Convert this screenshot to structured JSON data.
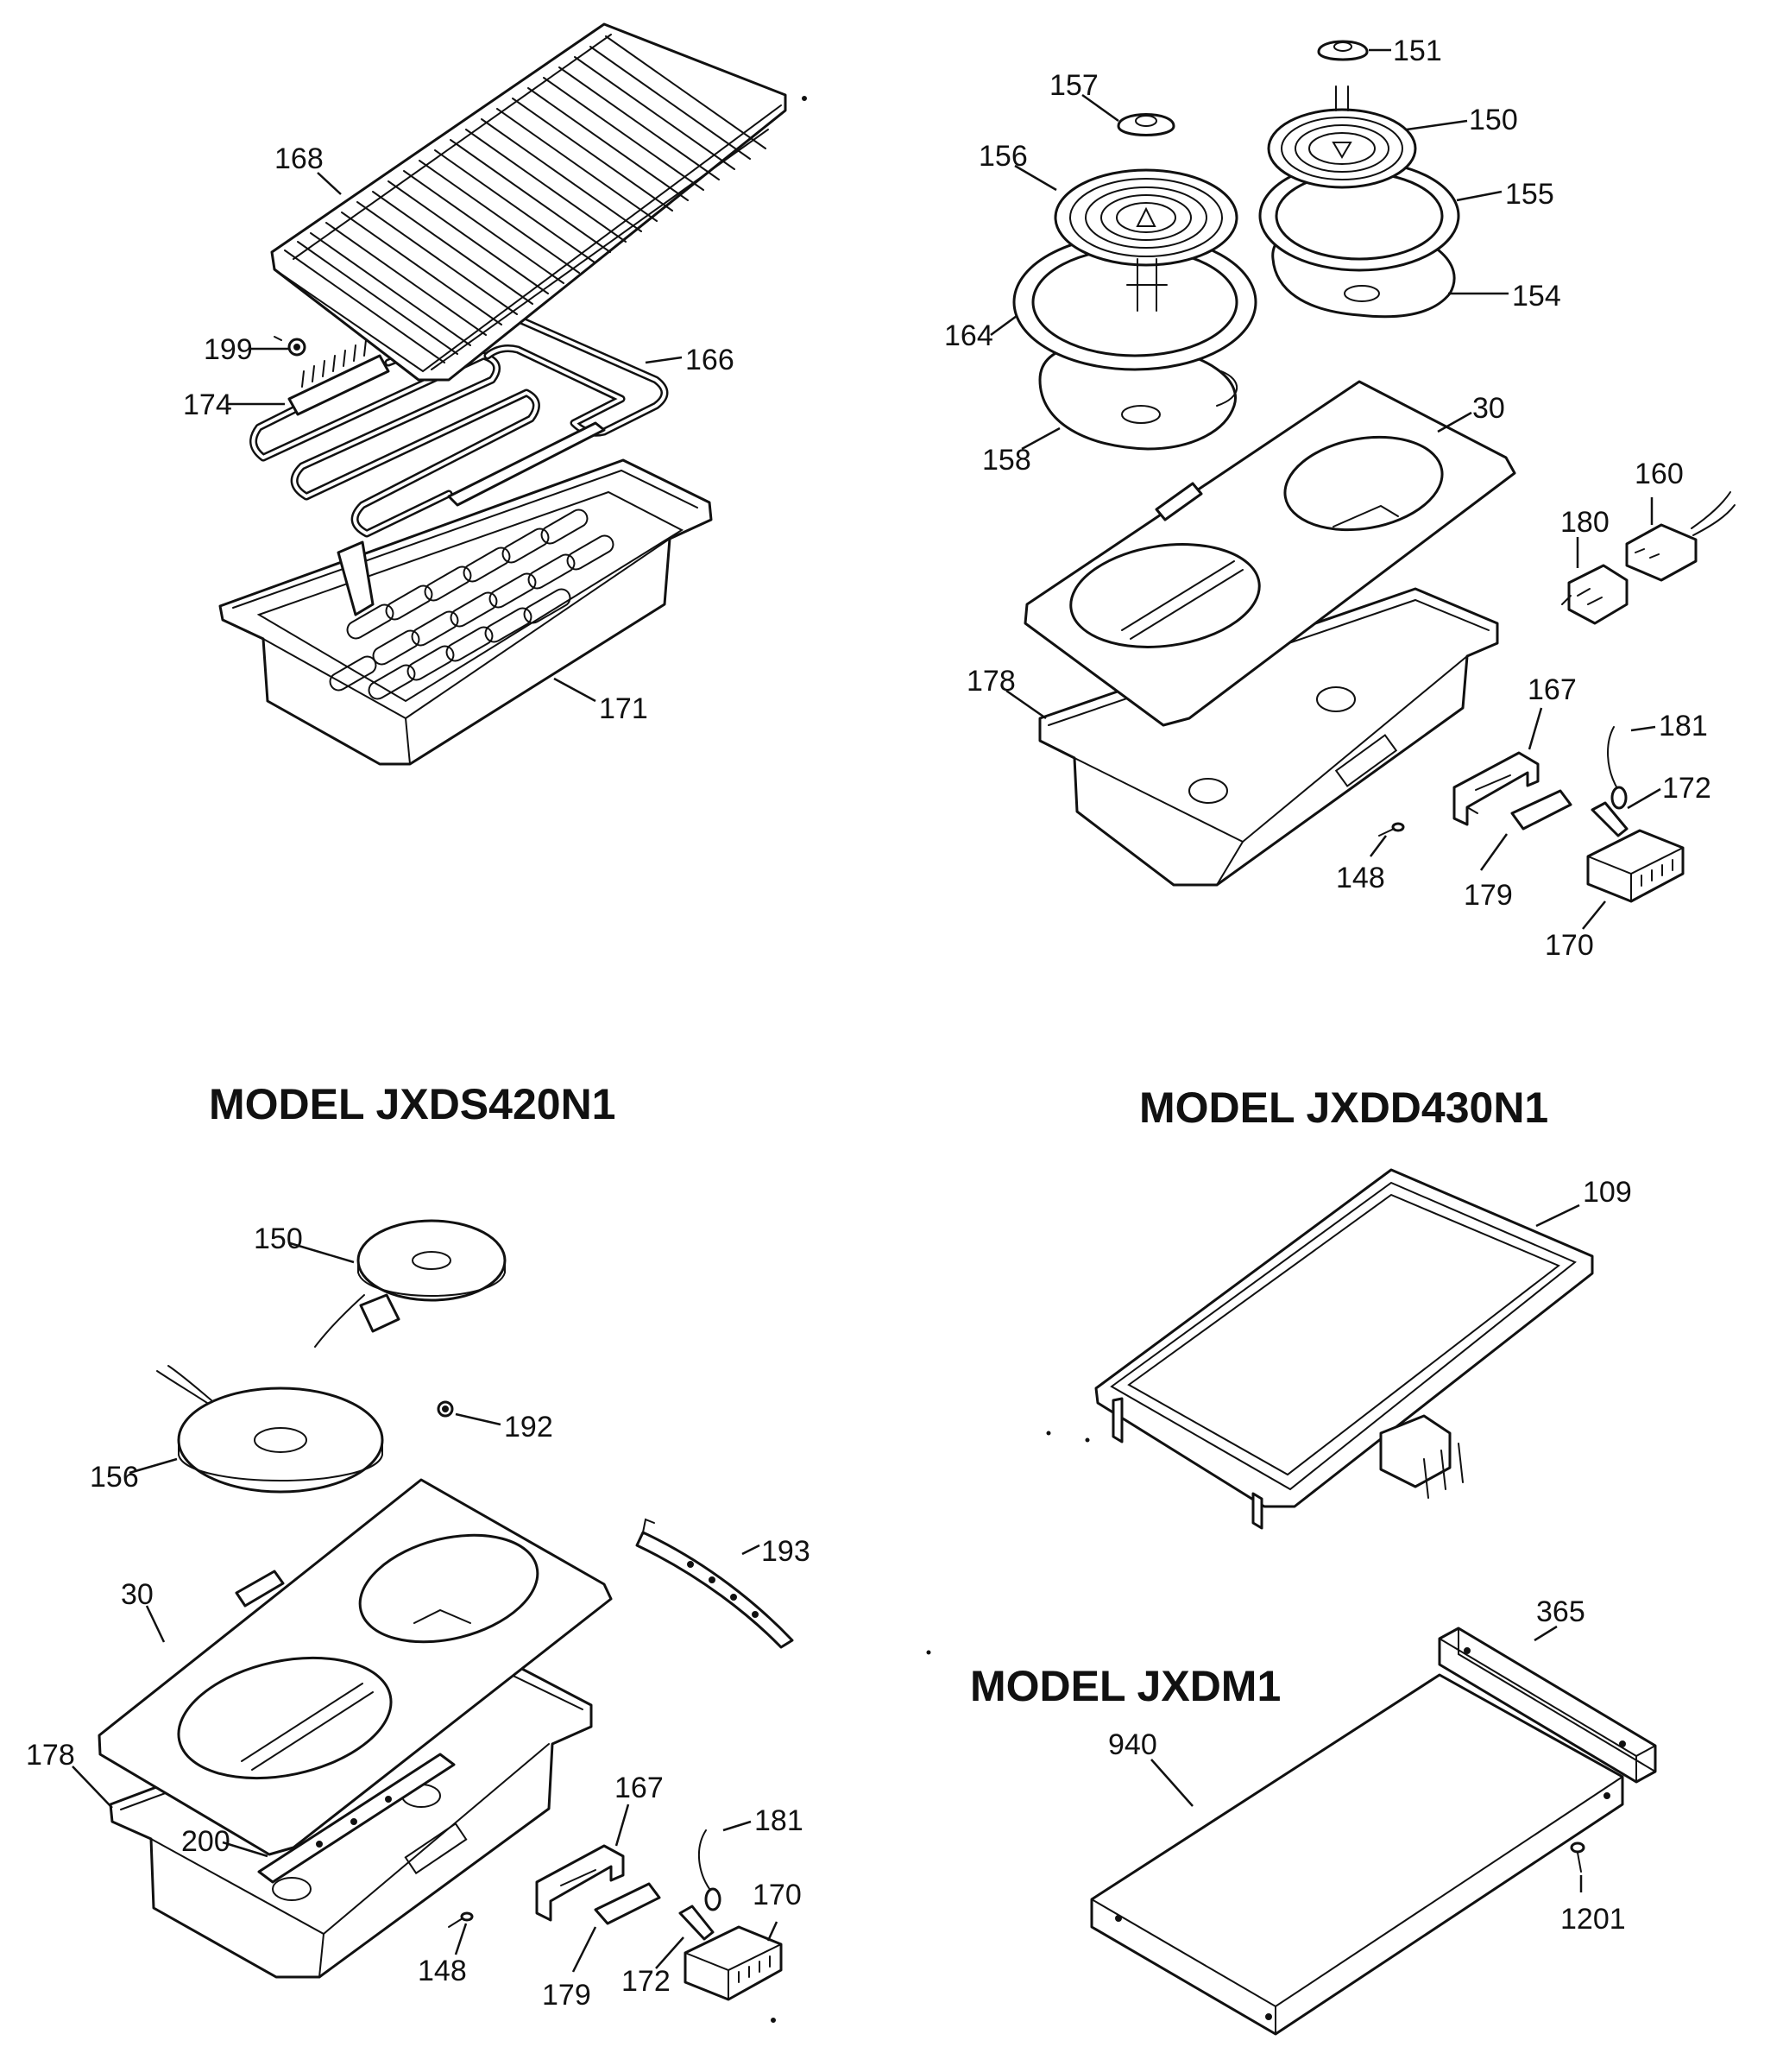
{
  "models": {
    "jxds420": "MODEL JXDS420N1",
    "jxdd430": "MODEL JXDD430N1",
    "jxdm": "MODEL JXDM1"
  },
  "callouts": {
    "p168": "168",
    "p199": "199",
    "p166": "166",
    "p174": "174",
    "p171": "171",
    "p151": "151",
    "p157": "157",
    "p150": "150",
    "p156": "156",
    "p155": "155",
    "p164": "164",
    "p154": "154",
    "p30": "30",
    "p158": "158",
    "p160": "160",
    "p180": "180",
    "p178": "178",
    "p167": "167",
    "p181": "181",
    "p172": "172",
    "p148": "148",
    "p179": "179",
    "p170": "170",
    "p109": "109",
    "p150b": "150",
    "p156b": "156",
    "p192": "192",
    "p193": "193",
    "p30b": "30",
    "p178b": "178",
    "p167b": "167",
    "p181b": "181",
    "p200": "200",
    "p170b": "170",
    "p148b": "148",
    "p172b": "172",
    "p179b": "179",
    "p365": "365",
    "p940": "940",
    "p1201": "1201"
  }
}
